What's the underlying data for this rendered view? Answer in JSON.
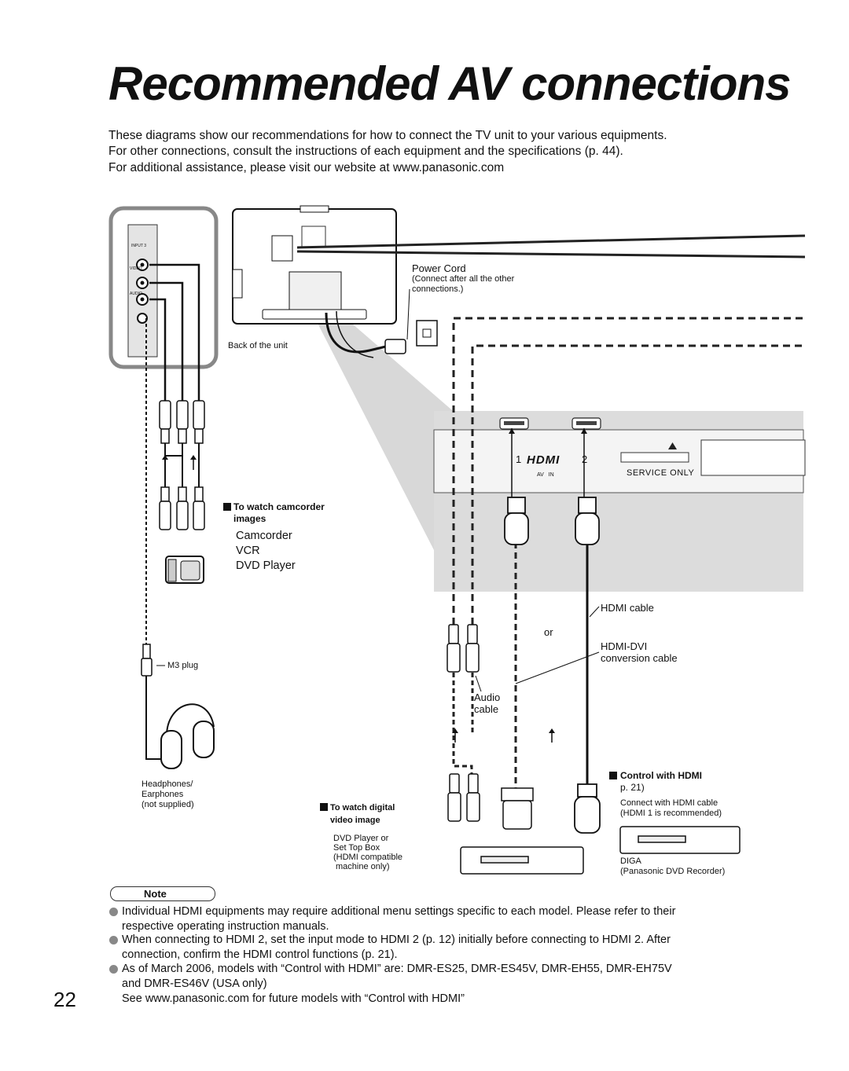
{
  "page": {
    "title": "Recommended AV connections",
    "intro": [
      "These diagrams show our recommendations for how to connect the TV unit to your various equipments.",
      "For other connections, consult the instructions of each equipment and the specifications (p. 44).",
      "For additional assistance, please visit our website at www.panasonic.com"
    ],
    "page_number": "22"
  },
  "diagram": {
    "power_cord": "Power Cord",
    "power_note_1": "(Connect after all the other",
    "power_note_2": "connections.)",
    "back_of_unit": "Back of the unit",
    "panel_inputs": "INPUT 3",
    "panel_video": "VIDEO",
    "panel_audio": "AUDIO",
    "camcorder_heading_1": "To watch camcorder",
    "camcorder_heading_2": "images",
    "camcorder": "Camcorder",
    "vcr": "VCR",
    "dvd_player": "DVD Player",
    "m3_plug": "M3 plug",
    "headphones_1": "Headphones/",
    "headphones_2": "Earphones",
    "headphones_3": "(not supplied)",
    "hdmi_port_1": "1",
    "hdmi_port_2": "2",
    "hdmi_logo": "HDMI",
    "av_in": "AV   IN",
    "service_only": "SERVICE ONLY",
    "hdmi_cable": "HDMI cable",
    "or": "or",
    "hdmi_dvi_1": "HDMI-DVI",
    "hdmi_dvi_2": "conversion cable",
    "audio_cable_1": "Audio",
    "audio_cable_2": "cable",
    "digital_heading_1": "To watch digital",
    "digital_heading_2": "video image",
    "dvd_stb_1": "DVD Player or",
    "dvd_stb_2": "Set Top Box",
    "dvd_stb_3": "(HDMI compatible",
    "dvd_stb_4": "machine only)",
    "control_heading": "Control with HDMI",
    "control_page": "p. 21)",
    "control_note_1": "Connect with HDMI cable",
    "control_note_2": "(HDMI 1 is recommended)",
    "diga_1": "DIGA",
    "diga_2": "(Panasonic DVD Recorder)"
  },
  "note": {
    "label": "Note",
    "items": [
      {
        "lines": [
          "Individual HDMI equipments may require additional menu settings specific to each model. Please refer to their",
          "respective operating instruction manuals."
        ]
      },
      {
        "lines": [
          "When connecting to HDMI 2, set the input mode to HDMI 2 (p. 12) initially before connecting to HDMI 2. After",
          "connection, confirm the HDMI control functions (p. 21)."
        ]
      },
      {
        "lines": [
          "As of March 2006, models with “Control with HDMI” are: DMR-ES25, DMR-ES45V, DMR-EH55, DMR-EH75V",
          "and DMR-ES46V (USA only)",
          "See www.panasonic.com for future models with “Control with HDMI”"
        ]
      }
    ]
  }
}
